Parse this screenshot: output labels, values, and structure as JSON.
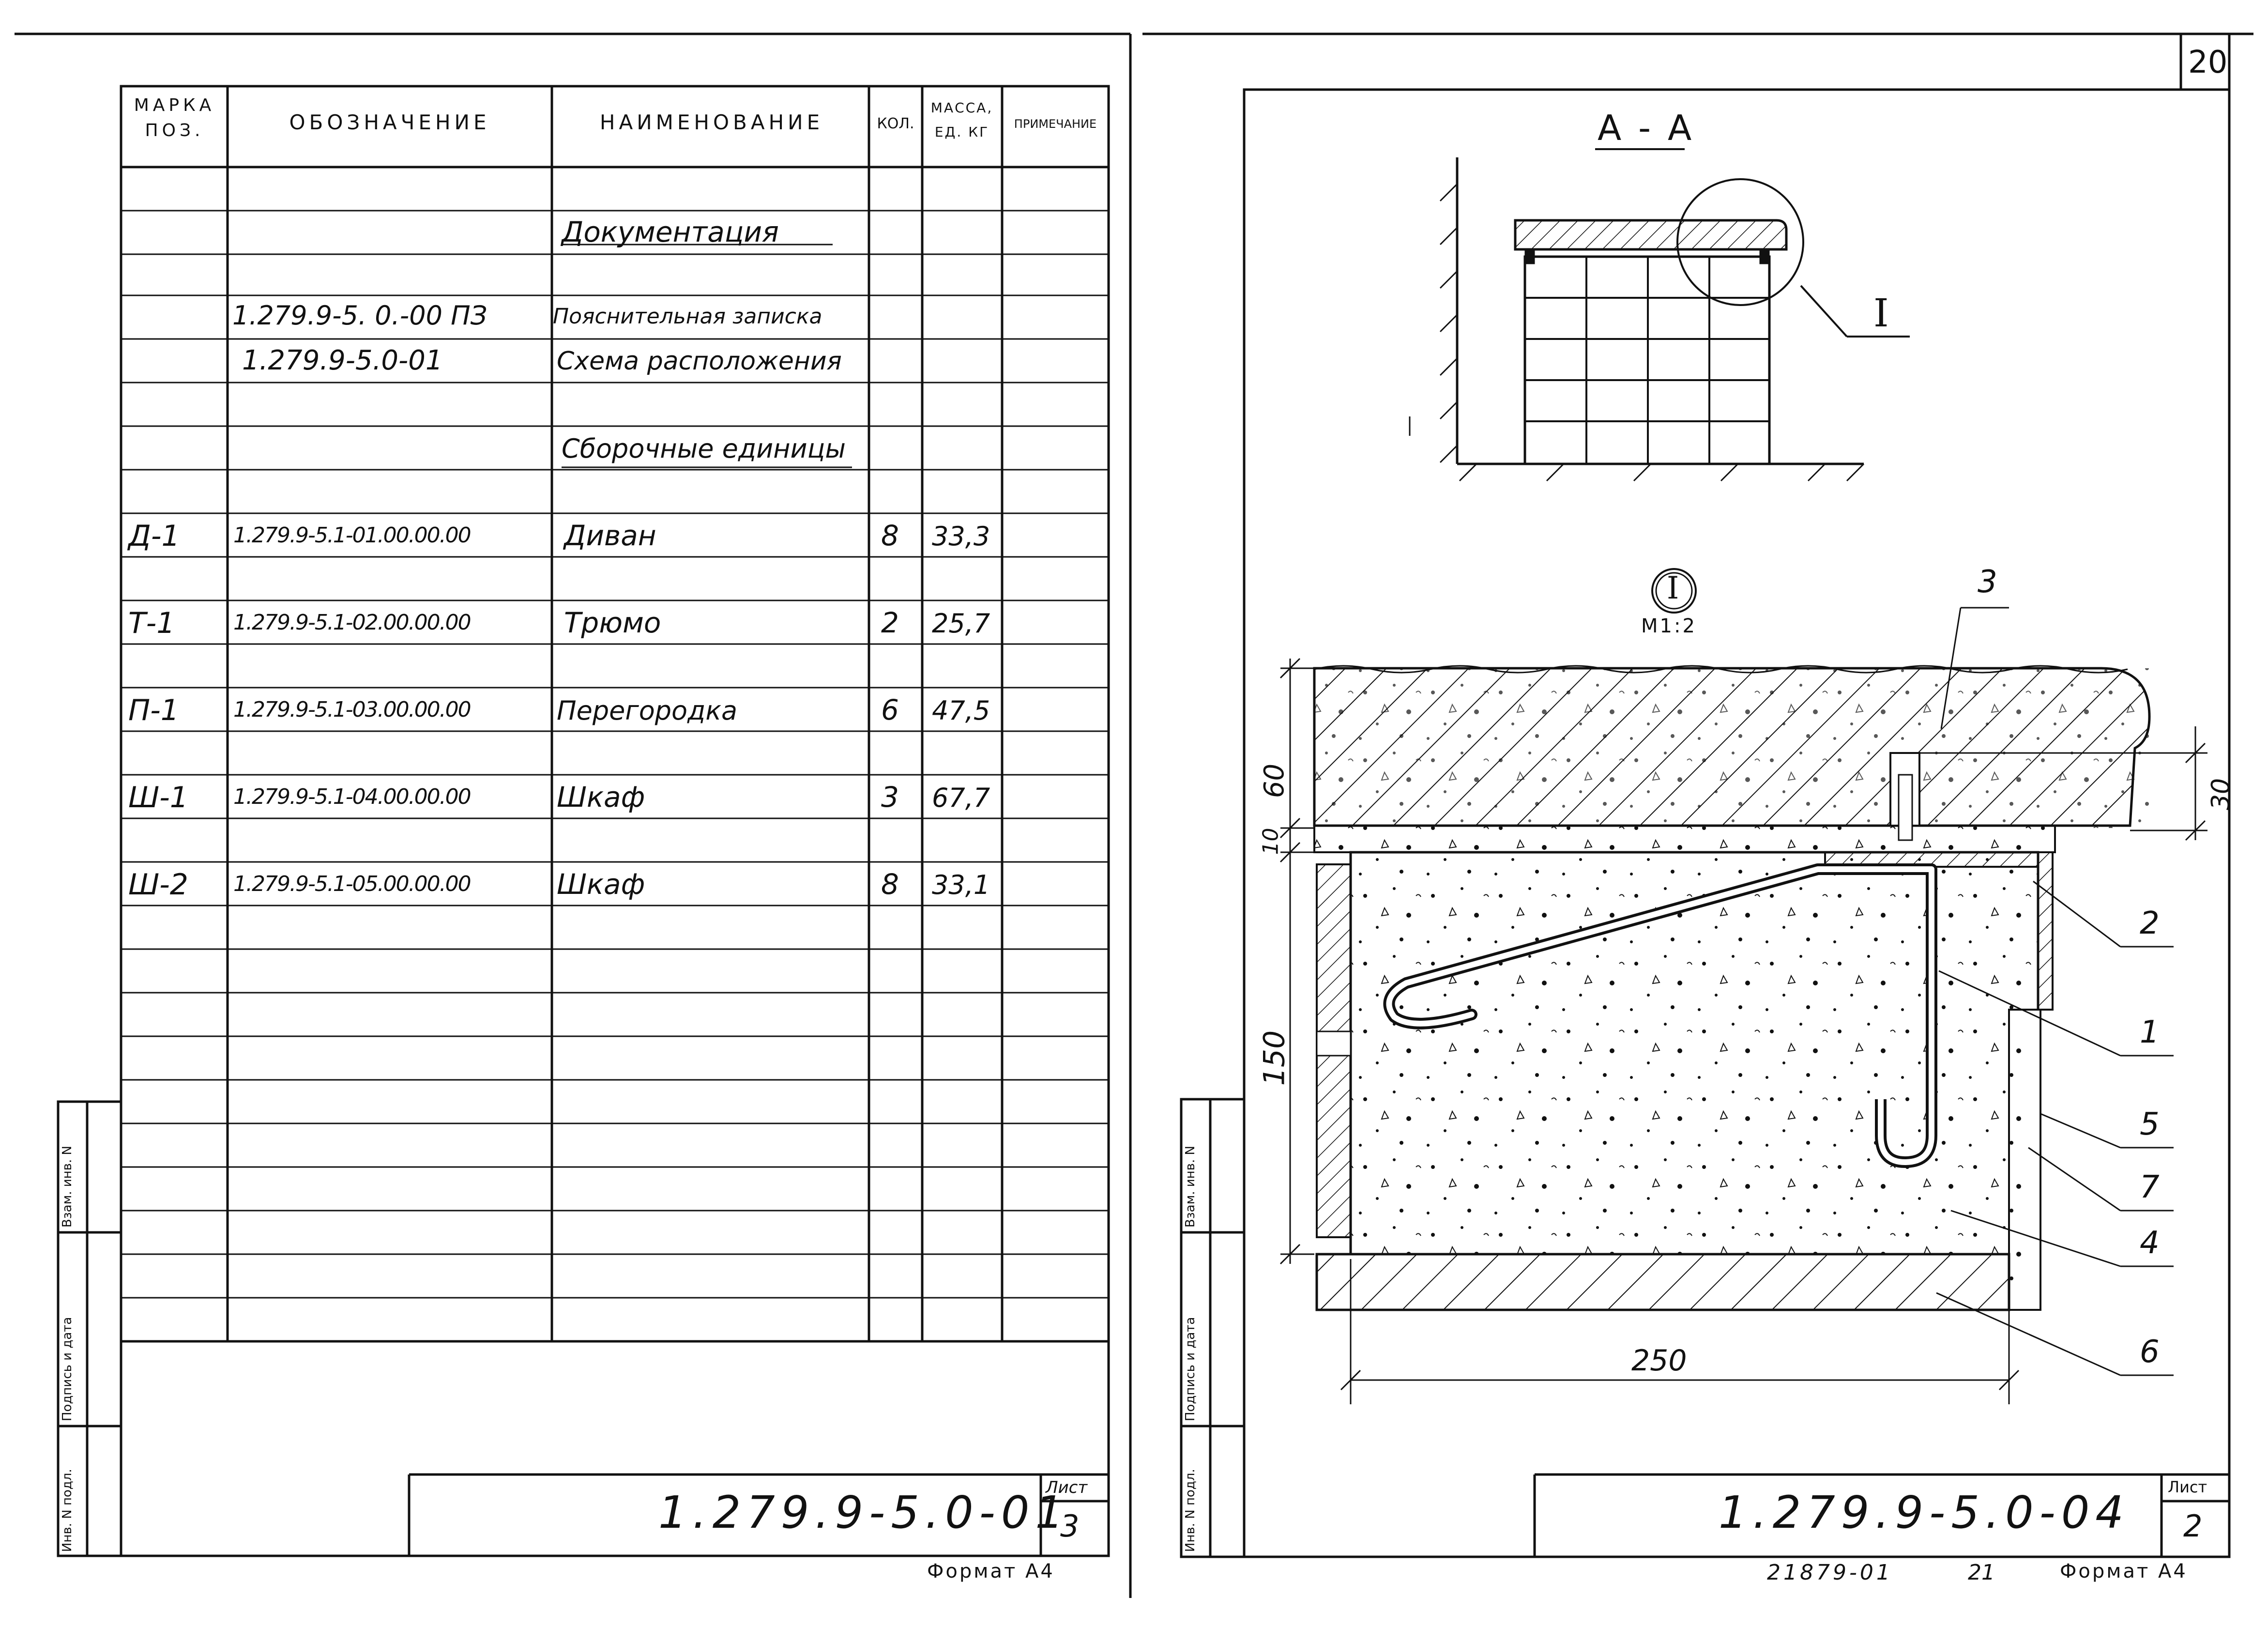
{
  "left_sheet": {
    "headers": {
      "mark": "МАРКА ПОЗ.",
      "designation": "ОБОЗНАЧЕНИЕ",
      "name": "НАИМЕНОВАНИЕ",
      "qty": "КОЛ.",
      "mass": "МАССА, ЕД. КГ",
      "note": "ПРИМЕЧАНИЕ"
    },
    "rows": [
      {
        "mark": "",
        "designation": "",
        "name": "Документация",
        "qty": "",
        "mass": ""
      },
      {
        "mark": "",
        "designation": "1.279.9-5. 0.-00 ПЗ",
        "name": "Пояснительная записка",
        "qty": "",
        "mass": ""
      },
      {
        "mark": "",
        "designation": "1.279.9-5.0-01",
        "name": "Схема расположения",
        "qty": "",
        "mass": ""
      },
      {
        "mark": "",
        "designation": "",
        "name": "Сборочные единицы",
        "qty": "",
        "mass": ""
      },
      {
        "mark": "Д-1",
        "designation": "1.279.9-5.1-01.00.00.00",
        "name": "Диван",
        "qty": "8",
        "mass": "33,3"
      },
      {
        "mark": "Т-1",
        "designation": "1.279.9-5.1-02.00.00.00",
        "name": "Трюмо",
        "qty": "2",
        "mass": "25,7"
      },
      {
        "mark": "П-1",
        "designation": "1.279.9-5.1-03.00.00.00",
        "name": "Перегородка",
        "qty": "6",
        "mass": "47,5"
      },
      {
        "mark": "Ш-1",
        "designation": "1.279.9-5.1-04.00.00.00",
        "name": "Шкаф",
        "qty": "3",
        "mass": "67,7"
      },
      {
        "mark": "Ш-2",
        "designation": "1.279.9-5.1-05.00.00.00",
        "name": "Шкаф",
        "qty": "8",
        "mass": "33,1"
      }
    ],
    "side_stamp": [
      "Инв. N подл.",
      "Подпись и дата",
      "Взам. инв. N"
    ],
    "code": "1.279.9-5.0-01",
    "sheet_label": "Лист",
    "sheet_no": "3",
    "format": "Формат А4"
  },
  "right_sheet": {
    "page_number": "20",
    "section_label": "А - А",
    "callout_label": "I",
    "detail_mark": "I",
    "detail_scale": "М1:2",
    "dims": {
      "d60": "60",
      "d10": "10",
      "d30": "30",
      "d150": "150",
      "d250": "250"
    },
    "leaders": [
      "3",
      "2",
      "1",
      "5",
      "7",
      "4",
      "6"
    ],
    "side_stamp": [
      "Инв. N подл.",
      "Подпись и дата",
      "Взам. инв. N"
    ],
    "code": "1.279.9-5.0-04",
    "sheet_label": "Лист",
    "sheet_no": "2",
    "archive_no": "21879-01",
    "archive_page": "21",
    "format": "Формат А4"
  }
}
